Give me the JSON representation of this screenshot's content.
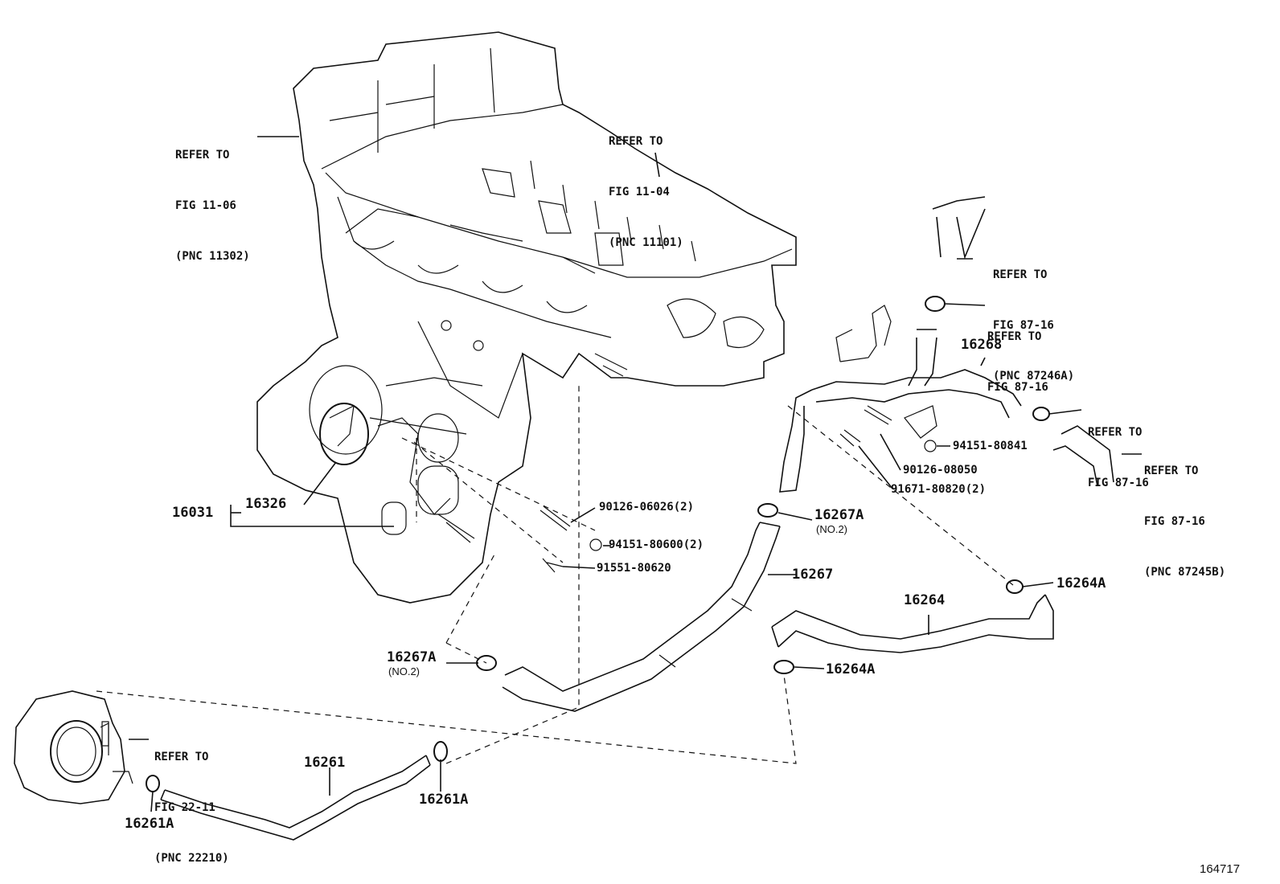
{
  "refs": {
    "fig1106": {
      "l1": "REFER TO",
      "l2": "FIG 11-06",
      "l3": "(PNC 11302)"
    },
    "fig1104": {
      "l1": "REFER TO",
      "l2": "FIG 11-04",
      "l3": "(PNC 11101)"
    },
    "fig8716a": {
      "l1": "REFER TO",
      "l2": "FIG 87-16",
      "l3": "(PNC 87246A)"
    },
    "fig8716b": {
      "l1": "REFER TO",
      "l2": "FIG 87-16"
    },
    "fig8716c": {
      "l1": "REFER TO",
      "l2": "FIG 87-16"
    },
    "fig8716d": {
      "l1": "REFER TO",
      "l2": "FIG 87-16",
      "l3": "(PNC 87245B)"
    },
    "fig2211": {
      "l1": "REFER TO",
      "l2": "FIG 22-11",
      "l3": "(PNC 22210)"
    }
  },
  "parts": {
    "p16031": "16031",
    "p16326": "16326",
    "p90126_06026": "90126-06026(2)",
    "p94151_80600": "94151-80600(2)",
    "p91551_80620": "91551-80620",
    "p16267A_top": "16267A",
    "p16267A_top_note": "(NO.2)",
    "p16267": "16267",
    "p16267A_bot": "16267A",
    "p16267A_bot_note": "(NO.2)",
    "p16268": "16268",
    "p94151_80841": "94151-80841",
    "p90126_08050": "90126-08050",
    "p91671_80820": "91671-80820(2)",
    "p16264A_top": "16264A",
    "p16264": "16264",
    "p16264A_bot": "16264A",
    "p16261": "16261",
    "p16261A_left": "16261A",
    "p16261A_right": "16261A"
  },
  "diagram_number": "164717"
}
